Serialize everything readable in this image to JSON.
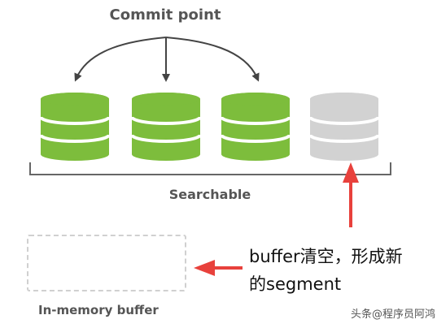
{
  "diagram": {
    "commit_label": "Commit point",
    "searchable_label": "Searchable",
    "inmemory_label": "In-memory buffer",
    "note_lines": [
      "buffer清空，形成新",
      "的segment"
    ],
    "watermark": "头条@程序员阿鸿",
    "segments": [
      {
        "state": "committed",
        "color": "#7dbd3c"
      },
      {
        "state": "committed",
        "color": "#7dbd3c"
      },
      {
        "state": "committed",
        "color": "#7dbd3c"
      },
      {
        "state": "new",
        "color": "#d2d2d2"
      }
    ],
    "colors": {
      "committed": "#7dbd3c",
      "new_segment": "#d2d2d2",
      "arrow_red": "#e8413c",
      "bracket": "#666666",
      "commit_arrows": "#444444"
    }
  }
}
